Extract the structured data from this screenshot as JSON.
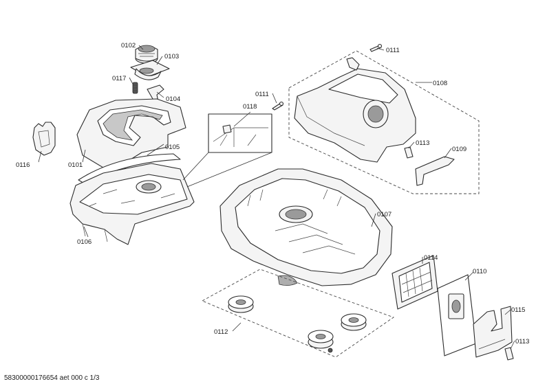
{
  "labels": {
    "p0101": "0101",
    "p0102": "0102",
    "p0103": "0103",
    "p0104": "0104",
    "p0105": "0105",
    "p0106": "0106",
    "p0107": "0107",
    "p0108": "0108",
    "p0109": "0109",
    "p0110": "0110",
    "p0111a": "0111",
    "p0111b": "0111",
    "p0112": "0112",
    "p0113a": "0113",
    "p0113b": "0113",
    "p0114": "0114",
    "p0115": "0115",
    "p0116": "0116",
    "p0117": "0117",
    "p0118": "0118"
  },
  "footer": "58300000176654 aet 000 c 1/3"
}
